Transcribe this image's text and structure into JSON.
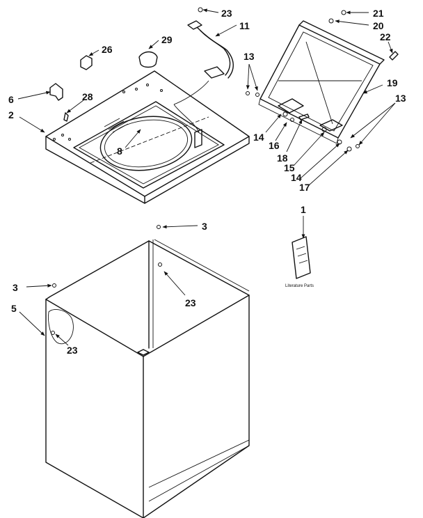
{
  "labels": {
    "l23a": "23",
    "l11": "11",
    "l21": "21",
    "l20": "20",
    "l22": "22",
    "l26": "26",
    "l29": "29",
    "l13a": "13",
    "l19": "19",
    "l13b": "13",
    "l6": "6",
    "l28": "28",
    "l2": "2",
    "l14a": "14",
    "l16": "16",
    "l8": "8",
    "l18": "18",
    "l15": "15",
    "l14b": "14",
    "l17": "17",
    "l1": "1",
    "l3a": "3",
    "l23b": "23",
    "l3b": "3",
    "l5": "5",
    "l23c": "23"
  },
  "literature_caption": "Literature Parts"
}
